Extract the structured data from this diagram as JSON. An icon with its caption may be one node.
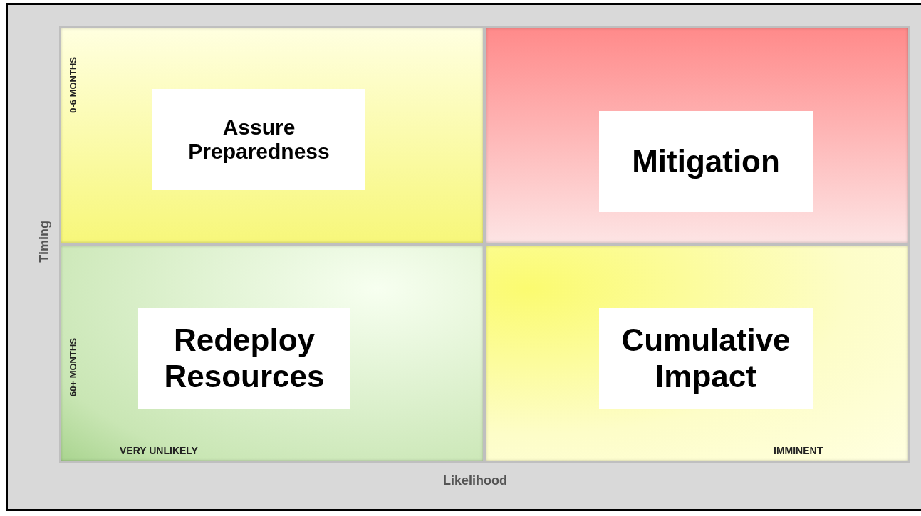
{
  "diagram": {
    "nodes": [
      {
        "text": [
          "Assure Preparedness"
        ]
      },
      {
        "text": [
          "Mitigation"
        ]
      },
      {
        "text": [
          "Redeploy Resources"
        ]
      },
      {
        "text": [
          "Cumulative Impact"
        ]
      }
    ],
    "edges": [],
    "labels": [
      "0-6 MONTHS",
      "Timing",
      "60+ MONTHS",
      "VERY UNLIKELY",
      "IMMINENT",
      "Likelihood"
    ]
  }
}
